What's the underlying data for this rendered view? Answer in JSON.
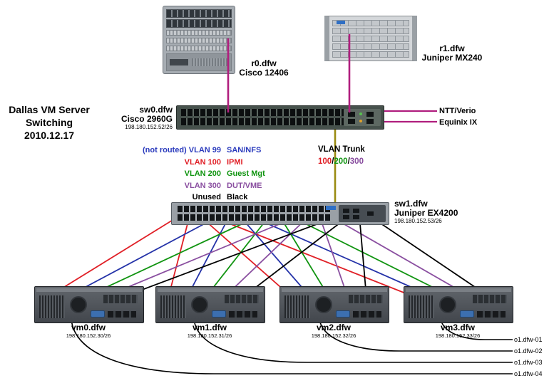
{
  "title": "Dallas VM Server\nSwitching\n2010.12.17",
  "devices": {
    "r0": {
      "name": "r0.dfw",
      "model": "Cisco 12406"
    },
    "r1": {
      "name": "r1.dfw",
      "model": "Juniper MX240"
    },
    "sw0": {
      "name": "sw0.dfw",
      "model": "Cisco 2960G",
      "ip": "198.180.152.52/26"
    },
    "sw1": {
      "name": "sw1.dfw",
      "model": "Juniper EX4200",
      "ip": "198.180.152.53/26"
    },
    "servers": [
      {
        "name": "vm0.dfw",
        "ip": "198.180.152.30/26"
      },
      {
        "name": "vm1.dfw",
        "ip": "198.180.152.31/26"
      },
      {
        "name": "vm2.dfw",
        "ip": "198.180.152.32/26"
      },
      {
        "name": "vm3.dfw",
        "ip": "198.180.152.33/26"
      }
    ]
  },
  "uplinks": {
    "ntt": "NTT/Verio",
    "equinix": "Equinix IX"
  },
  "legend": {
    "rows": [
      {
        "label": "(not routed) VLAN 99",
        "value": "SAN/NFS",
        "color": "#2b3bbd"
      },
      {
        "label": "VLAN 100",
        "value": "IPMI",
        "color": "#e01f26"
      },
      {
        "label": "VLAN 200",
        "value": "Guest Mgt",
        "color": "#109410"
      },
      {
        "label": "VLAN 300",
        "value": "DUT/VME",
        "color": "#8a4fa0"
      },
      {
        "label": "Unused",
        "value": "Black",
        "color": "#000000"
      }
    ]
  },
  "trunk": {
    "label": "VLAN Trunk",
    "segments": [
      {
        "text": "100",
        "color": "#e01f26"
      },
      {
        "text": "/",
        "color": "#000000"
      },
      {
        "text": "200",
        "color": "#109410"
      },
      {
        "text": "/",
        "color": "#000000"
      },
      {
        "text": "300",
        "color": "#8a4fa0"
      }
    ]
  },
  "endpoints": [
    "o1.dfw-01",
    "o1.dfw-02",
    "o1.dfw-03",
    "o1.dfw-04"
  ],
  "colors": {
    "magenta": "#b01e7e",
    "trunk_line": "#9a8b12",
    "black": "#000000",
    "fan": [
      "#e01f26",
      "#2432a8",
      "#109410",
      "#8a4fa0",
      "#000000"
    ]
  },
  "connections": [
    {
      "from": "r0.dfw",
      "to": "sw0.dfw",
      "color": "#b01e7e"
    },
    {
      "from": "r1.dfw",
      "to": "sw0.dfw",
      "color": "#b01e7e"
    },
    {
      "from": "sw0.dfw",
      "to": "NTT/Verio",
      "color": "#b01e7e"
    },
    {
      "from": "sw0.dfw",
      "to": "Equinix IX",
      "color": "#b01e7e"
    },
    {
      "from": "sw0.dfw",
      "to": "sw1.dfw",
      "color": "#9a8b12",
      "label": "VLAN Trunk 100/200/300"
    },
    {
      "from": "sw1.dfw",
      "to": "vm0.dfw, vm1.dfw, vm2.dfw, vm3.dfw",
      "color": "VLAN 99/100/200/300 + unused"
    },
    {
      "from": "vm3.dfw",
      "to": "o1.dfw-01",
      "color": "#000000"
    },
    {
      "from": "vm2.dfw",
      "to": "o1.dfw-02",
      "color": "#000000"
    },
    {
      "from": "vm1.dfw",
      "to": "o1.dfw-03",
      "color": "#000000"
    },
    {
      "from": "vm0.dfw",
      "to": "o1.dfw-04",
      "color": "#000000"
    }
  ]
}
